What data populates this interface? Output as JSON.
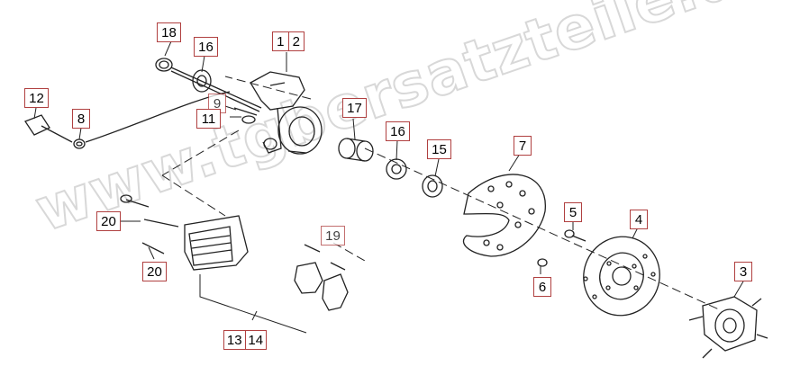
{
  "watermark": "www.tgbersatzteile.de",
  "callouts": {
    "c1": "1",
    "c2": "2",
    "c3": "3",
    "c4": "4",
    "c5": "5",
    "c6": "6",
    "c7": "7",
    "c8": "8",
    "c9": "9",
    "c11": "11",
    "c12": "12",
    "c13": "13",
    "c14": "14",
    "c15": "15",
    "c16a": "16",
    "c16b": "16",
    "c17": "17",
    "c18": "18",
    "c19": "19",
    "c20a": "20",
    "c20b": "20"
  },
  "colors": {
    "callout_border": "#b04040",
    "line": "#222222",
    "watermark": "#d8d8d8"
  }
}
